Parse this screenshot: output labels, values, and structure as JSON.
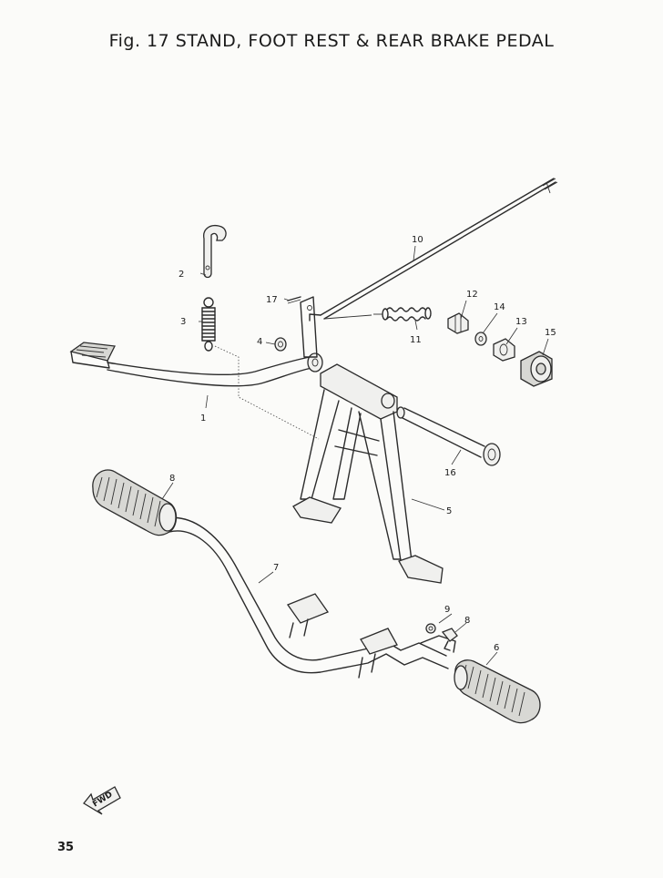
{
  "figure": {
    "title": "Fig. 17 STAND, FOOT REST & REAR BRAKE PEDAL",
    "page_number": "35",
    "direction_marker": "FWD"
  },
  "callouts": [
    "1",
    "2",
    "3",
    "4",
    "5",
    "6",
    "7",
    "8",
    "8",
    "9",
    "10",
    "11",
    "12",
    "13",
    "14",
    "15",
    "16",
    "17"
  ],
  "icons": {
    "direction_marker_icon": "fwd-arrow-icon"
  }
}
